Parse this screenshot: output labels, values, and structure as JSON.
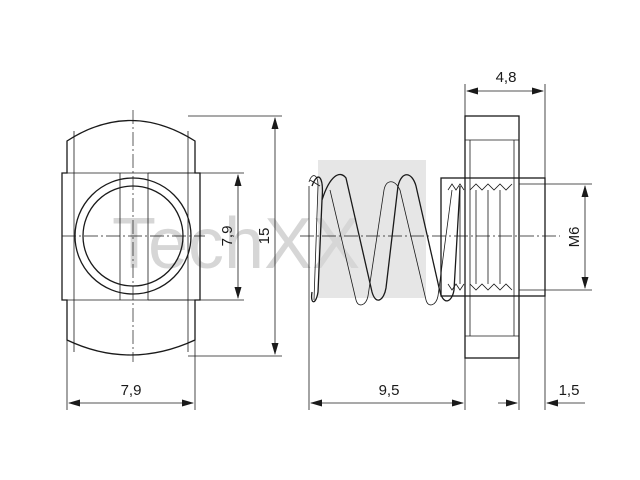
{
  "watermark": {
    "text": "TechXX"
  },
  "dimensions": {
    "front_slot_height": "7,9",
    "front_total_height": "15",
    "front_width": "7,9",
    "spring_length": "9,5",
    "nut_thickness": "4,8",
    "thread": "M6",
    "stud_protrusion": "1,5"
  }
}
